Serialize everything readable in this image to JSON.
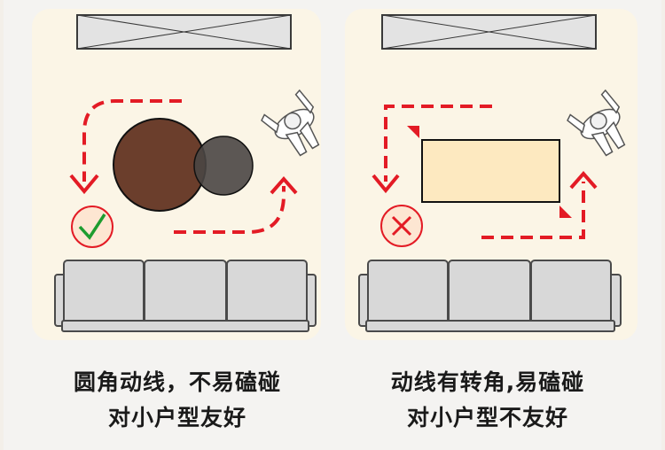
{
  "colors": {
    "room_bg": "#fbf5e6",
    "path_red": "#e31b25",
    "sofa_fill": "#d8d8d8",
    "sofa_stroke": "#4a4a4a",
    "table_brown": "#6b3e2c",
    "table_gray": "#4a4644",
    "rect_table": "#fde9c0",
    "ok_circle": "#fde6d2",
    "ok_check": "#1e9c2f",
    "bad_cross": "#e31b25"
  },
  "panels": [
    {
      "id": "left",
      "caption": {
        "line1": "圆角动线，不易磕碰",
        "line2": "对小户型友好"
      },
      "badge_icon": "check-icon"
    },
    {
      "id": "right",
      "caption": {
        "line1": "动线有转角,易磕碰",
        "line2": "对小户型不友好"
      },
      "badge_icon": "cross-icon"
    }
  ]
}
